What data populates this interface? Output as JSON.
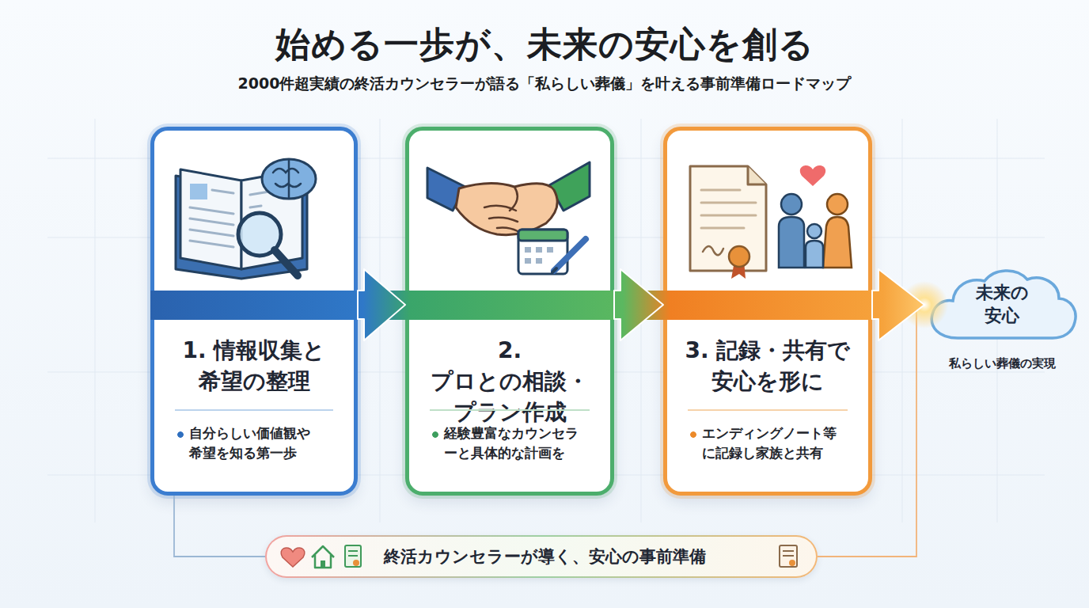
{
  "diagram": {
    "title": "始める一歩が、未来の安心を創る",
    "nodes": [
      {
        "text": [
          "1. 情報収集と 希望の整理",
          "自分らしい価値観や 希望を知る第一歩"
        ]
      },
      {
        "text": [
          "2. プロとの相談・ プラン作成",
          "経験豊富なカウンセラ ーと具体的な計画を"
        ]
      },
      {
        "text": [
          "3. 記録・共有で 安心を形に",
          "エンディングノート等 に記録し家族と共有"
        ]
      },
      {
        "text": [
          "未来の 安心",
          "私らしい葬儀の実現"
        ]
      },
      {
        "text": [
          "終活カウンセラーが導く、安心の事前準備"
        ]
      }
    ],
    "edges": [
      {
        "from": 0,
        "to": 1,
        "arrow": "to"
      },
      {
        "from": 1,
        "to": 2,
        "arrow": "to"
      },
      {
        "from": 2,
        "to": 3,
        "arrow": "to"
      },
      {
        "from": 0,
        "to": 4,
        "arrow": "none"
      },
      {
        "from": 4,
        "to": 3,
        "arrow": "none"
      }
    ],
    "labels": [
      "2000件超実績の終活カウンセラーが語る「私らしい葬儀」を叶える事前準備ロードマップ"
    ]
  }
}
